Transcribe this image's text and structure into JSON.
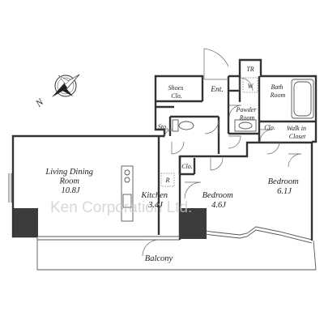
{
  "rooms": {
    "living_dining": [
      "Living Dining",
      "Room",
      "10.8J"
    ],
    "kitchen": [
      "Kitchen",
      "3.4J"
    ],
    "bedroom_mid": [
      "Bedroom",
      "4.6J"
    ],
    "bedroom_right": [
      "Bedroom",
      "6.1J"
    ],
    "shoes_closet": [
      "Shoes",
      "Clo."
    ],
    "entrance": "Ent.",
    "bath_room": [
      "Bath",
      "Room"
    ],
    "powder_room": [
      "Powder",
      "Room"
    ],
    "walk_in_closet": [
      "Walk in",
      "Closet"
    ],
    "balcony": "Balcony",
    "trunk_room": "TR",
    "washer": "W",
    "refrigerator": "R",
    "storage": "Sto.",
    "closet_powder": "Clo.",
    "closet_bedroom": "Clo."
  },
  "watermark": "Ken Corporation Ltd.",
  "compass": {
    "north_label": "N"
  },
  "colors": {
    "wall": "#333333",
    "column": "#3c3c3c",
    "text": "#222222"
  }
}
